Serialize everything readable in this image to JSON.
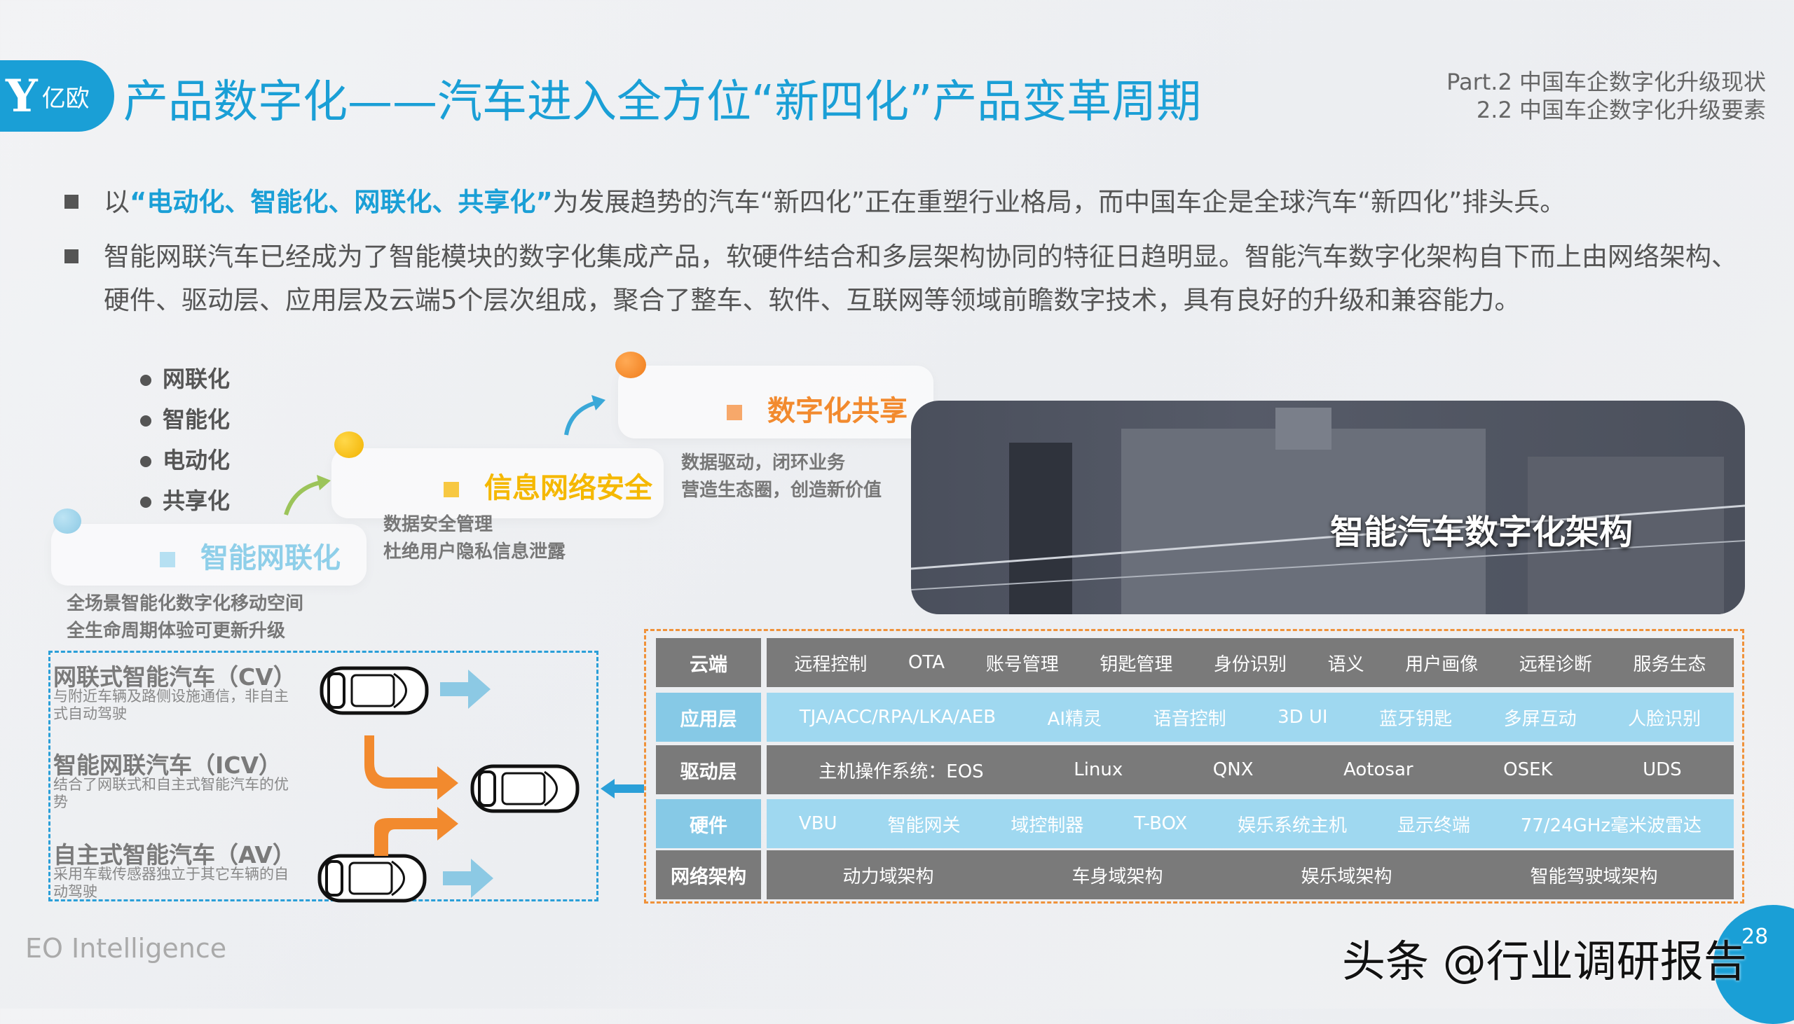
{
  "header": {
    "logo_text": "亿欧",
    "title": "产品数字化——汽车进入全方位“新四化”产品变革周期",
    "crumb_part": "Part.2 中国车企数字化升级现状",
    "crumb_section": "2.2 中国车企数字化升级要素"
  },
  "bullets": [
    {
      "prefix": "以",
      "highlight": "“电动化、智能化、网联化、共享化”",
      "rest": "为发展趋势的汽车“新四化”正在重塑行业格局，而中国车企是全球汽车“新四化”排头兵。"
    },
    {
      "line1": "智能网联汽车已经成为了智能模块的数字化集成产品，软硬件结合和多层架构协同的特征日趋明显。智能汽车数字化架构自下而上由网络架构、",
      "line2": "硬件、驱动层、应用层及云端5个层次组成，聚合了整车、软件、互联网等领域前瞻数字技术，具有良好的升级和兼容能力。"
    }
  ],
  "trends": [
    "网联化",
    "智能化",
    "电动化",
    "共享化"
  ],
  "stages": [
    {
      "title": "智能网联化",
      "lines": [
        "全场景智能化数字化移动空间",
        "全生命周期体验可更新升级"
      ],
      "color": "#8fcfe9"
    },
    {
      "title": "信息网络安全",
      "lines": [
        "数据安全管理",
        "杜绝用户隐私信息泄露"
      ],
      "color": "#f5b800"
    },
    {
      "title": "数字化共享",
      "lines": [
        "数据驱动，闭环业务",
        "营造生态圈，创造新价值"
      ],
      "color": "#f28a2e"
    }
  ],
  "photo_title": "智能汽车数字化架构",
  "vehicles": [
    {
      "title": "网联式智能汽车（CV）",
      "desc": "与附近车辆及路侧设施通信，非自主式自动驾驶"
    },
    {
      "title": "智能网联汽车（ICV）",
      "desc": "结合了网联式和自主式智能汽车的优势"
    },
    {
      "title": "自主式智能汽车（AV）",
      "desc": "采用车载传感器独立于其它车辆的自动驾驶"
    }
  ],
  "architecture": [
    {
      "layer": "云端",
      "items": [
        "远程控制",
        "OTA",
        "账号管理",
        "钥匙管理",
        "身份识别",
        "语义",
        "用户画像",
        "远程诊断",
        "服务生态"
      ]
    },
    {
      "layer": "应用层",
      "items": [
        "TJA/ACC/RPA/LKA/AEB",
        "AI精灵",
        "语音控制",
        "3D UI",
        "蓝牙钥匙",
        "多屏互动",
        "人脸识别"
      ]
    },
    {
      "layer": "驱动层",
      "items": [
        "主机操作系统：EOS",
        "Linux",
        "QNX",
        "Aotosar",
        "OSEK",
        "UDS"
      ]
    },
    {
      "layer": "硬件",
      "items": [
        "VBU",
        "智能网关",
        "域控制器",
        "T-BOX",
        "娱乐系统主机",
        "显示终端",
        "77/24GHz毫米波雷达"
      ]
    },
    {
      "layer": "网络架构",
      "items": [
        "动力域架构",
        "车身域架构",
        "娱乐域架构",
        "智能驾驶域架构"
      ]
    }
  ],
  "footer": {
    "brand": "EO Intelligence",
    "watermark": "头条 @行业调研报告",
    "page": "28"
  }
}
